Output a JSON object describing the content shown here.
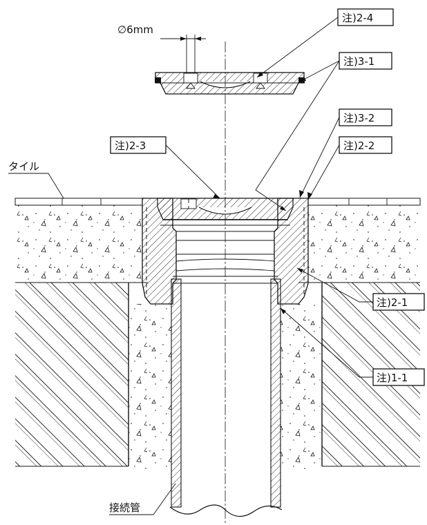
{
  "dimension": "∅6mm",
  "labels": {
    "tile": "タイル",
    "pipe": "接続管",
    "note_1_1": "注)1-1",
    "note_2_1": "注)2-1",
    "note_2_2": "注)2-2",
    "note_2_3": "注)2-3",
    "note_2_4": "注)2-4",
    "note_3_1": "注)3-1",
    "note_3_2": "注)3-2"
  },
  "colors": {
    "line": "#111111",
    "background": "#ffffff"
  }
}
